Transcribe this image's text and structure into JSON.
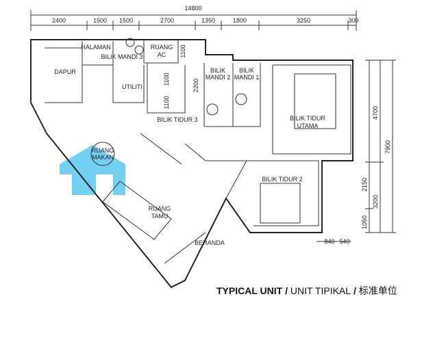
{
  "dimensions": {
    "total_width": "14800",
    "top": [
      "2400",
      "1500",
      "1500",
      "2700",
      "1350",
      "1800",
      "3250",
      "300"
    ],
    "right_outer": "7900",
    "right_middle": [
      "4700",
      "3200"
    ],
    "right_inner": [
      "2150",
      "1050"
    ],
    "bottom": [
      "840",
      "540"
    ],
    "inner": {
      "ruang_ac": "1100",
      "bt3_a": "1100",
      "bt3_b": "1100",
      "bt3_c": "2200"
    }
  },
  "rooms": {
    "halaman": "HALAMAN",
    "bilik_mandi_3": "BILIK MANDI 3",
    "ruang_ac": [
      "RUANG",
      "AC"
    ],
    "dapur": "DAPUR",
    "utiliti": "UTILITI",
    "bilik_tidur_3": "BILIK TIDUR 3",
    "bilik_mandi_2": [
      "BILIK",
      "MANDI 2"
    ],
    "bilik_mandi_1": [
      "BILIK",
      "MANDI 1"
    ],
    "bilik_tidur_utama": [
      "BILIK TIDUR",
      "UTAMA"
    ],
    "ruang_makan": [
      "RUANG",
      "MAKAN"
    ],
    "ruang_tamu": [
      "RUANG",
      "TAMU"
    ],
    "bilik_tidur_2": "BILIK TIDUR 2",
    "beranda": "BERANDA"
  },
  "caption": {
    "en": "TYPICAL UNIT",
    "sep": " / ",
    "ms": "UNIT TIPIKAL",
    "zh": "标准单位"
  },
  "watermark": {
    "icon": "house-icon",
    "color": "#5bc8f0"
  }
}
